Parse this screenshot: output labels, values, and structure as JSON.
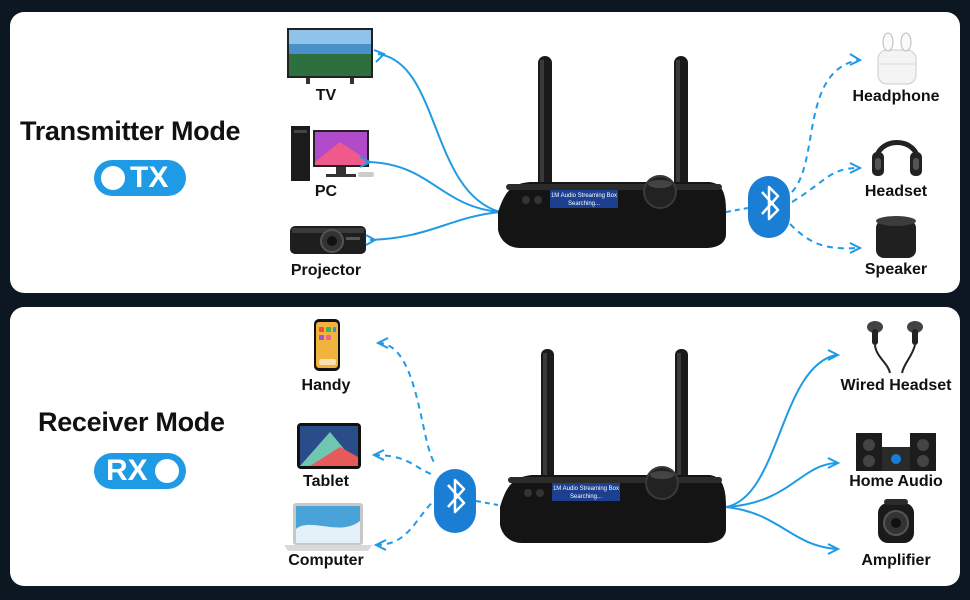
{
  "transmitter": {
    "title": "Transmitter Mode",
    "toggle_label": "TX",
    "inputs": [
      {
        "label": "TV",
        "icon": "tv-icon"
      },
      {
        "label": "PC",
        "icon": "pc-icon"
      },
      {
        "label": "Projector",
        "icon": "projector-icon"
      }
    ],
    "outputs": [
      {
        "label": "Headphone",
        "icon": "earbuds-icon"
      },
      {
        "label": "Headset",
        "icon": "headset-icon"
      },
      {
        "label": "Speaker",
        "icon": "speaker-icon"
      }
    ]
  },
  "receiver": {
    "title": "Receiver Mode",
    "toggle_label": "RX",
    "inputs": [
      {
        "label": "Handy",
        "icon": "smartphone-icon"
      },
      {
        "label": "Tablet",
        "icon": "tablet-icon"
      },
      {
        "label": "Computer",
        "icon": "laptop-icon"
      }
    ],
    "outputs": [
      {
        "label": "Wired Headset",
        "icon": "wired-earphones-icon"
      },
      {
        "label": "Home Audio",
        "icon": "home-audio-icon"
      },
      {
        "label": "Amplifier",
        "icon": "amplifier-icon"
      }
    ]
  },
  "device": {
    "screen_line1": "1M Audio Streaming Box",
    "screen_line2": "Searching..."
  },
  "colors": {
    "accent": "#1f9be5",
    "bluetooth": "#1a7fd4",
    "background": "#0d1722",
    "panel": "#ffffff"
  }
}
